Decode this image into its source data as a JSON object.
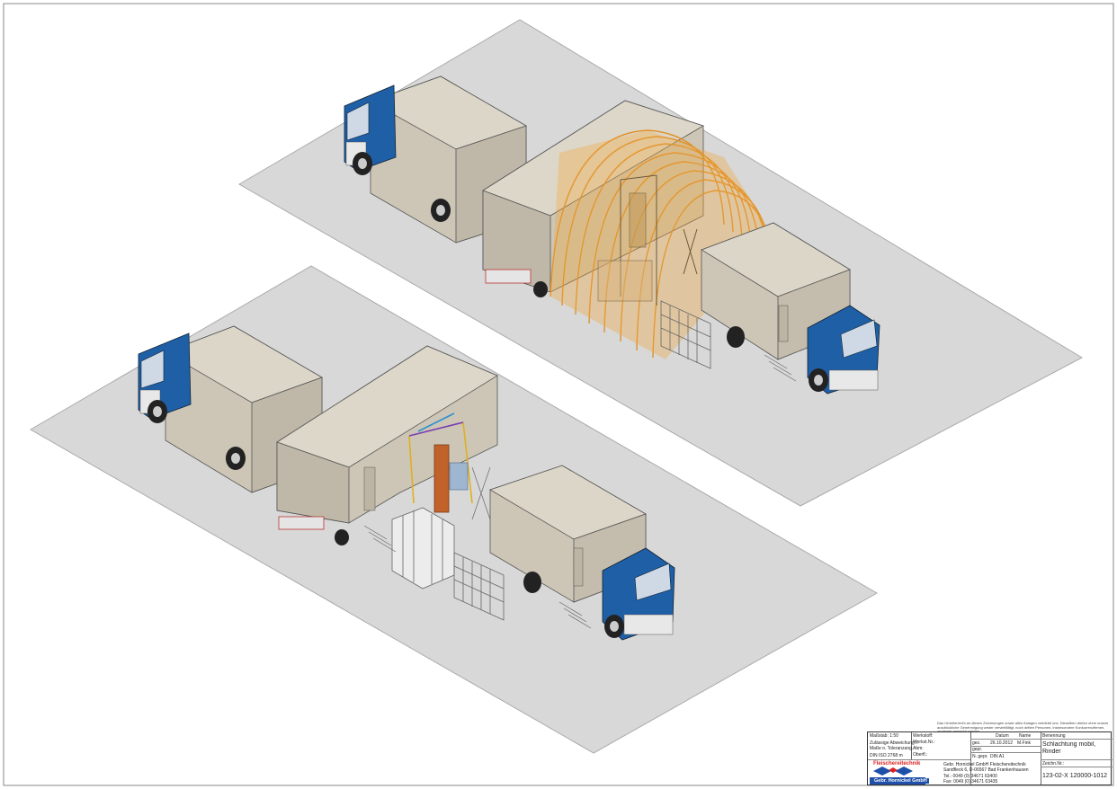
{
  "disclaimer": "Das Urheberrecht an diesen Zeichnungen sowie allen Anlagen verbleibt uns. Dieselben dürfen ohne unsere ausdrückliche Genehmigung weder vervielfältigt, noch dritten Personen, insbesondere Konkurrenzfirmen, zugängig gemacht werden.",
  "title_block": {
    "scale": "Maßstab: 1:50",
    "tolerance_1": "Zulässige Abweichung f.",
    "tolerance_2": "Maße o. Toleranzang.",
    "tolerance_3": "DIN ISO 2768 m",
    "material": "Werkstoff:",
    "part_no": "Werkst.Nr.:",
    "dims": "Abm:",
    "surface": "Oberfl.:",
    "drawn_label": "gez.",
    "drawn_date": "26.10.2012",
    "drawn_name": "M.Fink",
    "checked_label": "gepr.",
    "norm_label": "N. gepr.",
    "format": "DIN A1",
    "date_header": "Datum",
    "name_header": "Name",
    "designation_label": "Benennung",
    "designation_1": "Schlachtung mobil,",
    "designation_2": "Rinder",
    "drawing_no_label": "Zeichn.Nr.:",
    "drawing_no": "123-02-X 120000-1012",
    "company": "Gebr. Hornickel GmbH Fleischereitechnik",
    "address": "Sandfleck 6, D-06567 Bad Frankenhausen",
    "tel": "Tel.: 0049 (0) 34671 63400",
    "fax": "Fax: 0049 (0) 34671 63435",
    "logo_top": "Fleischereitechnik",
    "logo_bottom": "Gebr. Hornickel GmbH"
  },
  "colors": {
    "ground": "#d9d9d9",
    "box": "#cdc6b6",
    "cab": "#1f5fa6",
    "tent": "#f2a53a"
  }
}
